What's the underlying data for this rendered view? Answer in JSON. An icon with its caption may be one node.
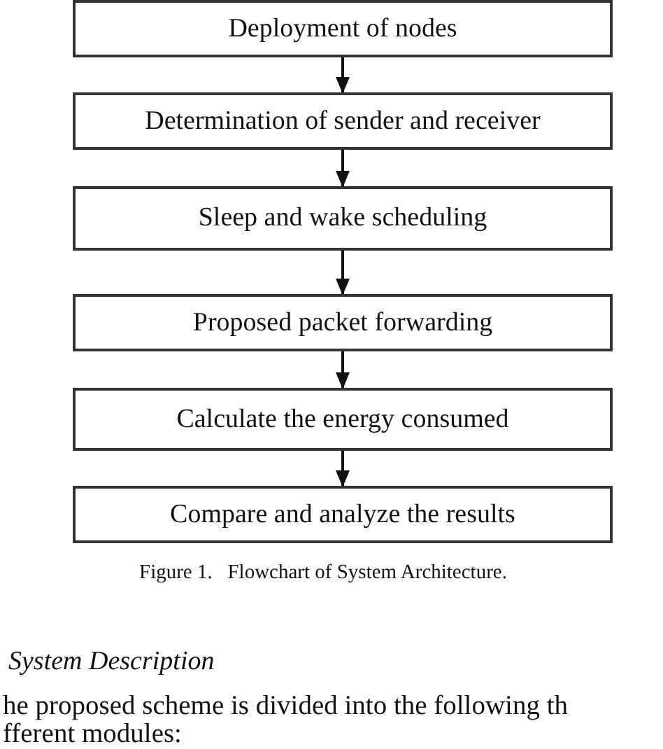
{
  "diagram": {
    "caption": "Figure 1.   Flowchart of System Architecture.",
    "nodes": [
      {
        "text": [
          "Deployment of nodes"
        ]
      },
      {
        "text": [
          "Determination of sender and receiver"
        ]
      },
      {
        "text": [
          "Sleep and wake scheduling"
        ]
      },
      {
        "text": [
          "Proposed packet forwarding"
        ]
      },
      {
        "text": [
          "Calculate the energy consumed"
        ]
      },
      {
        "text": [
          "Compare and analyze the results"
        ]
      }
    ],
    "edges": [
      {
        "from": 0,
        "to": 1,
        "arrow": "to"
      },
      {
        "from": 1,
        "to": 2,
        "arrow": "to"
      },
      {
        "from": 2,
        "to": 3,
        "arrow": "to"
      },
      {
        "from": 3,
        "to": 4,
        "arrow": "to"
      },
      {
        "from": 4,
        "to": 5,
        "arrow": "to"
      }
    ],
    "labels": [
      "System Description",
      "he proposed scheme is divided into the following th",
      "fferent modules:"
    ]
  }
}
